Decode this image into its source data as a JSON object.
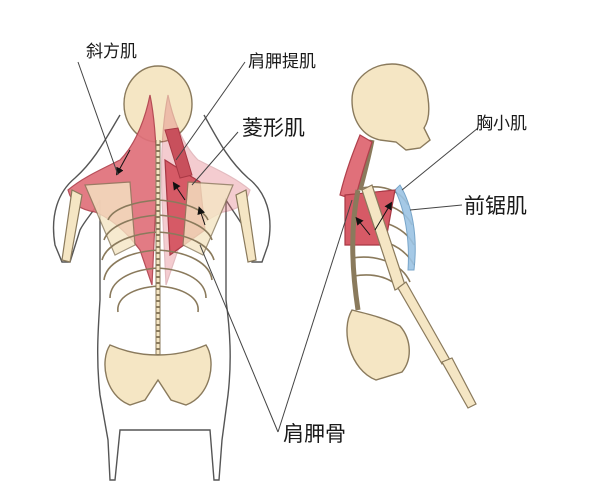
{
  "labels": {
    "trapezius": "斜方肌",
    "levator_scapulae": "肩胛提肌",
    "rhomboid": "菱形肌",
    "pectoralis_minor": "胸小肌",
    "serratus_anterior": "前锯肌",
    "scapula": "肩胛骨"
  },
  "colors": {
    "muscle": "#e0707a",
    "muscle_dark": "#c8505c",
    "bone": "#f5e6c4",
    "bone_outline": "#8a7a5c",
    "body_outline": "#555555",
    "serratus_highlight": "#9cc4e4",
    "leader_line": "#444444"
  }
}
